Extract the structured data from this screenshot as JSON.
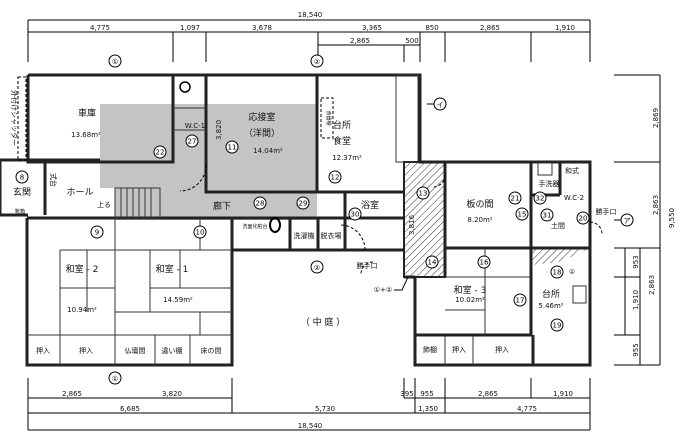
{
  "dimensions": {
    "top_total": "18,540",
    "top_row": [
      "4,775",
      "1,097",
      "3,678",
      "3,365",
      "850",
      "2,865",
      "1,910"
    ],
    "top_sub": [
      "2,865",
      "500"
    ],
    "right": [
      "2,869",
      "2,863",
      "9,550",
      "953",
      "1,910",
      "2,863",
      "955"
    ],
    "bottom_row1": [
      "2,865",
      "3,820",
      "395",
      "955",
      "2,865",
      "1,910"
    ],
    "bottom_row2": [
      "6,685",
      "5,730",
      "1,350",
      "4,775"
    ],
    "bottom_total": "18,540",
    "inner": [
      "3,820",
      "3,816"
    ]
  },
  "grid_labels": {
    "one": "①",
    "two": "②",
    "i": "イ",
    "a": "ア",
    "one_plus_two": "①+②"
  },
  "rooms": {
    "garage": {
      "name": "車庫",
      "area": "13.68m²"
    },
    "shutter": "外付けシャッター",
    "wc1": "W.C-1",
    "reception": {
      "name": "応接室",
      "sub": "（洋間）",
      "area": "14.04m²"
    },
    "kitchen_dining": {
      "name1": "台所",
      "name2": "食堂",
      "area": "12.37m²",
      "cupboard": "食器棚"
    },
    "entrance": "玄関",
    "step": "式台",
    "hall": "ホール",
    "up": "上る",
    "shoe_box": "靴箱",
    "corridor": "廊下",
    "vanity": "洗面化粧台",
    "washer": "洗濯機",
    "dressing": "脱衣場",
    "bath": "浴室",
    "back_door": "勝手口",
    "board_room": {
      "name": "板の間",
      "area": "8.20m²"
    },
    "hand_wash": "手洗器",
    "japanese_toilet": "和式",
    "wc2": "W.C-2",
    "earth_floor": "土間",
    "back_door2": "勝手口",
    "washitsu2": {
      "name": "和室 - 2",
      "area": "10.94m²"
    },
    "washitsu1": {
      "name": "和室 - 1",
      "area": "14.59m²"
    },
    "washitsu3": {
      "name": "和室 - 3",
      "area": "10.02m²"
    },
    "kitchen2": {
      "name": "台所",
      "area": "5.46m²"
    },
    "closets_left": [
      "押入",
      "押入",
      "仏壇間",
      "違い棚",
      "床の間"
    ],
    "closets_right": [
      "飾棚",
      "押入",
      "押入"
    ],
    "courtyard": "（ 中 庭 ）"
  },
  "photo_markers": [
    "8",
    "22",
    "27",
    "11",
    "12",
    "28",
    "29",
    "30",
    "13",
    "14",
    "21",
    "15",
    "32",
    "31",
    "20",
    "9",
    "10",
    "16",
    "17",
    "18",
    "19"
  ],
  "colors": {
    "shaded": "#c4c4c4",
    "wall": "#222222"
  }
}
